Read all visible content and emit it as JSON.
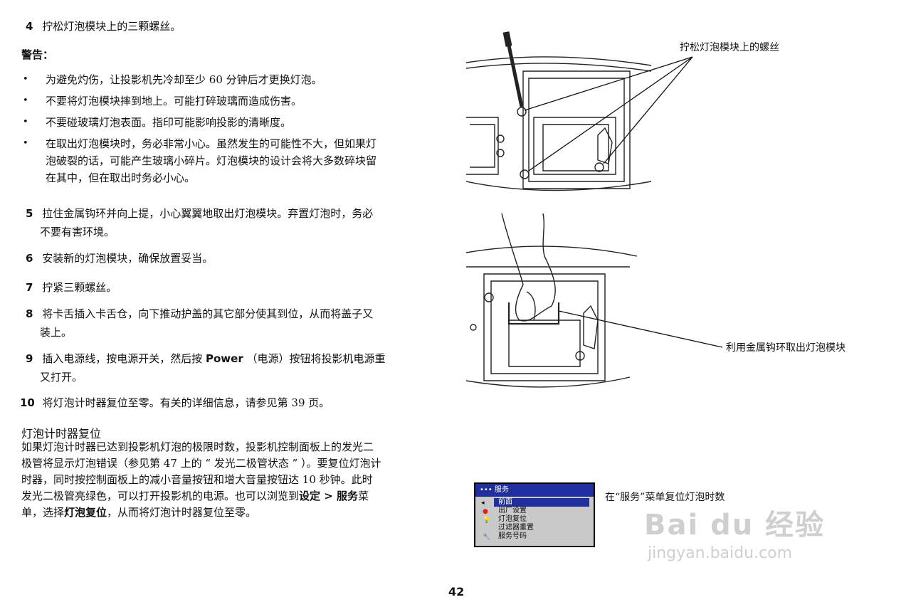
{
  "steps_top": [
    {
      "num": "4",
      "text": "拧松灯泡模块上的三颗螺丝。"
    }
  ],
  "warning_label": "警告：",
  "warnings": [
    {
      "lines": [
        "为避免灼伤，让投影机先冷却至少 60 分钟后才更换灯泡。"
      ]
    },
    {
      "lines": [
        "不要将灯泡模块摔到地上。可能打碎玻璃而造成伤害。"
      ]
    },
    {
      "lines": [
        "不要碰玻璃灯泡表面。指印可能影响投影的清晰度。"
      ]
    },
    {
      "lines": [
        "在取出灯泡模块时，务必非常小心。虽然发生的可能性不大，但如果灯",
        "泡破裂的话，可能产生玻璃小碎片。灯泡模块的设计会将大多数碎块留",
        "在其中，但在取出时务必小心。"
      ]
    }
  ],
  "steps": [
    {
      "num": "5",
      "lines": [
        "拉住金属钩环并向上提，小心翼翼地取出灯泡模块。弃置灯泡时，务必",
        "不要有害环境。"
      ]
    },
    {
      "num": "6",
      "lines": [
        "安装新的灯泡模块，确保放置妥当。"
      ]
    },
    {
      "num": "7",
      "lines": [
        "拧紧三颗螺丝。"
      ]
    },
    {
      "num": "8",
      "lines": [
        "将卡舌插入卡舌仓，向下推动护盖的其它部分使其到位，从而将盖子又",
        "装上。"
      ]
    },
    {
      "num": "9",
      "line1_pre": "插入电源线，按电源开关，然后按 ",
      "line1_bold": "Power",
      "line1_post": " （电源）按钮将投影机电源重",
      "line2": "又打开。"
    },
    {
      "num": "10",
      "lines": [
        "将灯泡计时器复位至零。有关的详细信息，请参见第 39 页。"
      ]
    }
  ],
  "section": {
    "heading": "灯泡计时器复位",
    "lines": [
      "如果灯泡计时器已达到投影机灯泡的极限时数，投影机控制面板上的发光二",
      "极管将显示灯泡错误（参见第 47 上的 “ 发光二极管状态 ” ）。要复位灯泡计",
      "时器，同时按控制面板上的减小音量按钮和增大音量按钮达 10 秒钟。此时",
      "发光二极管亮绿色，可以打开投影机的电源。也可以浏览到"
    ],
    "line4_bold1": "设定",
    "line4_mid": " > ",
    "line4_bold2": "服务",
    "line4_end": "菜",
    "line5_pre": "单，选择",
    "line5_bold": "灯泡复位",
    "line5_post": "，从而将灯泡计时器复位至零。"
  },
  "figures": {
    "caption1": "拧松灯泡模块上的螺丝",
    "caption2": "利用金属钩环取出灯泡模块",
    "caption3": "在“服务”菜单复位灯泡时数"
  },
  "menu": {
    "title": "••• 服务",
    "items": [
      {
        "label": "前面",
        "icon": "◂",
        "selected": true
      },
      {
        "label": "出厂设置",
        "icon": "●",
        "selected": false
      },
      {
        "label": "灯泡复位",
        "icon": "💡",
        "selected": false
      },
      {
        "label": "过滤器重置",
        "icon": "",
        "selected": false
      },
      {
        "label": "服务号码",
        "icon": "🔧",
        "selected": false
      }
    ]
  },
  "watermark": {
    "brand": "Bai du 经验",
    "url": "jingyan.baidu.com"
  },
  "page_number": "42",
  "colors": {
    "menu_blue": "#1f2fa0",
    "menu_bg": "#c9c9c9"
  }
}
